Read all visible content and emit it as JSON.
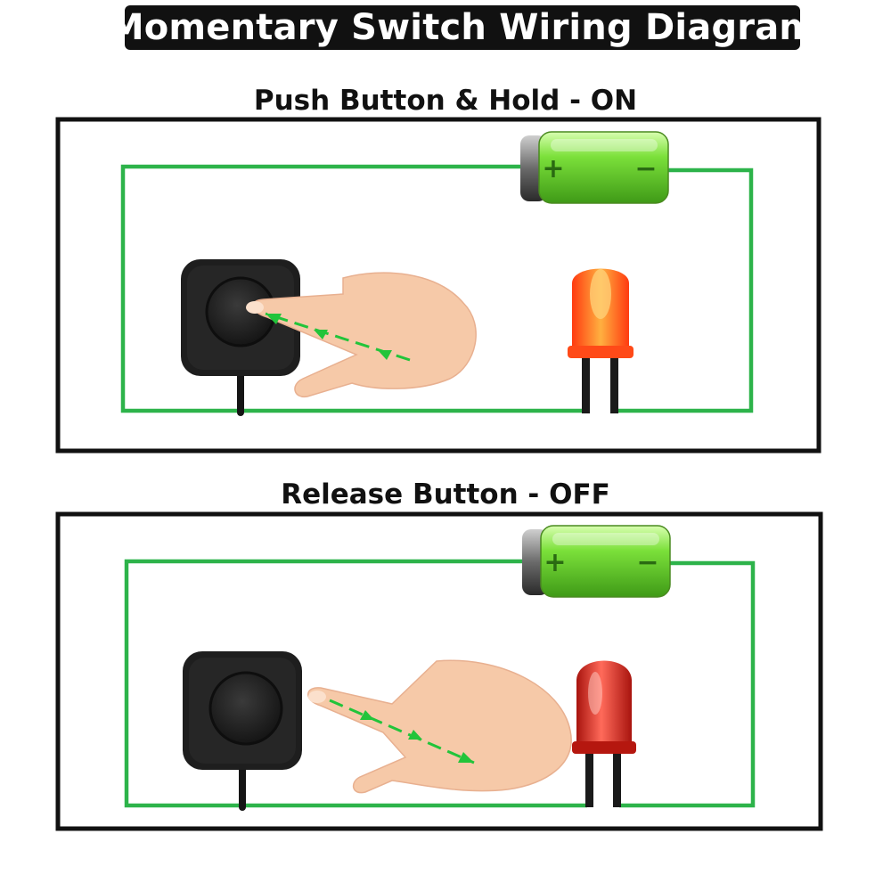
{
  "diagram": {
    "title": "Momentary Switch Wiring Diagram",
    "panels": [
      {
        "label": "Push Button & Hold - ON",
        "state": "on",
        "battery": {
          "positive_label": "+",
          "negative_label": "−"
        },
        "led": {
          "lit": true
        }
      },
      {
        "label": "Release Button - OFF",
        "state": "off",
        "battery": {
          "positive_label": "+",
          "negative_label": "−"
        },
        "led": {
          "lit": false
        }
      }
    ]
  },
  "colors": {
    "wire": "#2db34a",
    "battery": "#6fd62f",
    "led_on": "#ff5a1a",
    "led_off": "#c81e14",
    "arrow": "#22c43a",
    "skin": "#f6c9a8",
    "switch_body": "#1e1e1e"
  }
}
